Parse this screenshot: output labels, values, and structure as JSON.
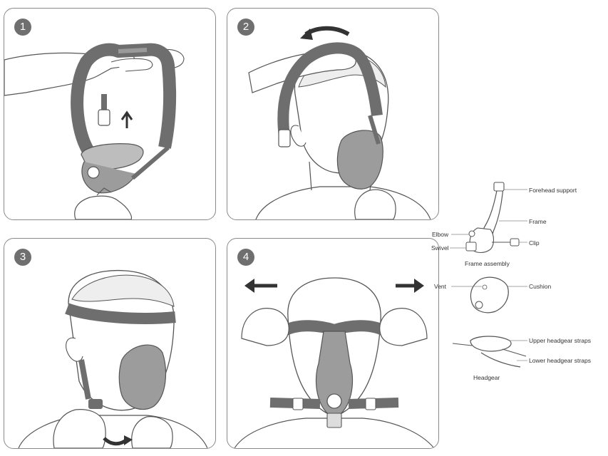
{
  "steps": [
    {
      "number": "1"
    },
    {
      "number": "2"
    },
    {
      "number": "3"
    },
    {
      "number": "4"
    }
  ],
  "parts": {
    "frame_assembly": {
      "caption": "Frame assembly",
      "labels": {
        "forehead_support": "Forehead support",
        "frame": "Frame",
        "elbow": "Elbow",
        "swivel": "Swivel",
        "clip": "Clip"
      }
    },
    "cushion_group": {
      "labels": {
        "vent": "Vent",
        "cushion": "Cushion"
      }
    },
    "headgear": {
      "caption": "Headgear",
      "labels": {
        "upper_straps": "Upper headgear straps",
        "lower_straps": "Lower headgear straps"
      }
    }
  },
  "colors": {
    "strap": "#6e6e6e",
    "strap_light": "#9a9a9a",
    "mask_gray": "#8c8c8c",
    "line": "#555555",
    "panel_border": "#8a8a8a",
    "step_badge": "#6f6f6f"
  }
}
